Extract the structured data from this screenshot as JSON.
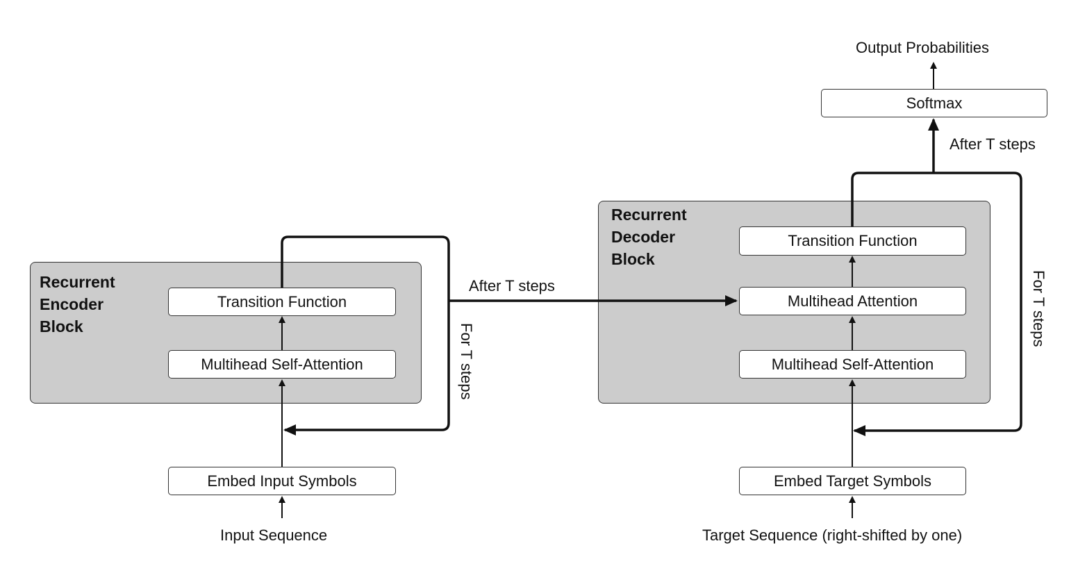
{
  "encoder": {
    "block_title": "Recurrent\nEncoder\nBlock",
    "transition": "Transition Function",
    "self_attention": "Multihead Self-Attention",
    "embed": "Embed Input Symbols",
    "input": "Input Sequence",
    "loop_label": "For T steps"
  },
  "decoder": {
    "block_title": "Recurrent\nDecoder\nBlock",
    "transition": "Transition Function",
    "attention": "Multihead Attention",
    "self_attention": "Multihead Self-Attention",
    "embed": "Embed Target Symbols",
    "input": "Target Sequence (right-shifted by one)",
    "loop_label": "For T steps"
  },
  "bridge_label": "After T steps",
  "output": {
    "after_label": "After T steps",
    "softmax": "Softmax",
    "probabilities": "Output Probabilities"
  }
}
